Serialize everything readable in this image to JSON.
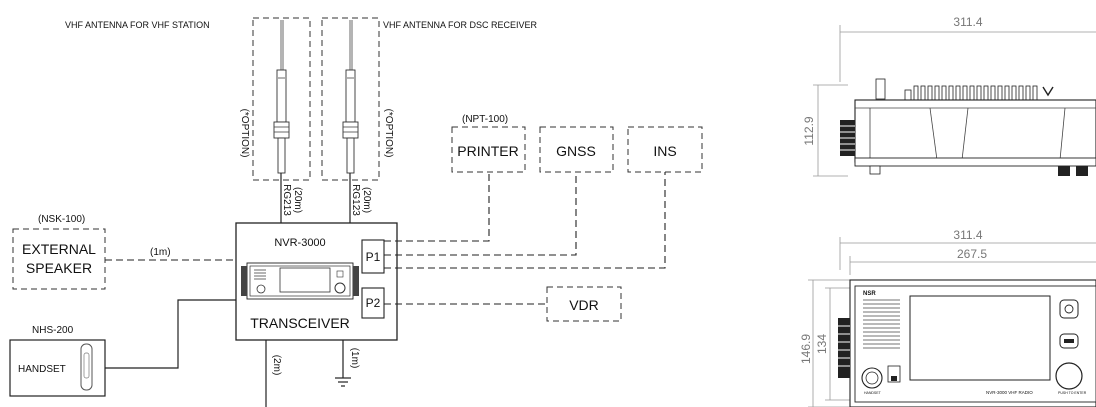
{
  "antennas": {
    "vhf_station_label": "VHF ANTENNA FOR VHF STATION",
    "dsc_receiver_label": "VHF ANTENNA FOR DSC RECEIVER",
    "option_left": "(*OPTION)",
    "option_right": "(*OPTION)",
    "cable_left_len": "(20m)",
    "cable_left_type": "RG213",
    "cable_right_len": "(20m)",
    "cable_right_type": "RG123"
  },
  "speaker": {
    "model": "(NSK-100)",
    "line1": "EXTERNAL",
    "line2": "SPEAKER",
    "cable": "(1m)"
  },
  "handset": {
    "model": "NHS-200",
    "label": "HANDSET"
  },
  "transceiver": {
    "model": "NVR-3000",
    "label": "TRANSCEIVER",
    "port1": "P1",
    "port2": "P2",
    "cable_down": "(2m)",
    "ground_cable": "(1m)"
  },
  "devices": {
    "printer_model": "(NPT-100)",
    "printer": "PRINTER",
    "gnss": "GNSS",
    "ins": "INS",
    "vdr": "VDR"
  },
  "dimensions_side": {
    "width": "311.4",
    "height": "112.9"
  },
  "dimensions_front": {
    "outer_width": "311.4",
    "inner_width": "267.5",
    "outer_height": "146.9",
    "inner_height": "134",
    "brand": "NSR",
    "product": "NVR-3000 VHF RADIO",
    "handset_label": "HANDSET",
    "push_label": "PUSH TO ENTER"
  }
}
